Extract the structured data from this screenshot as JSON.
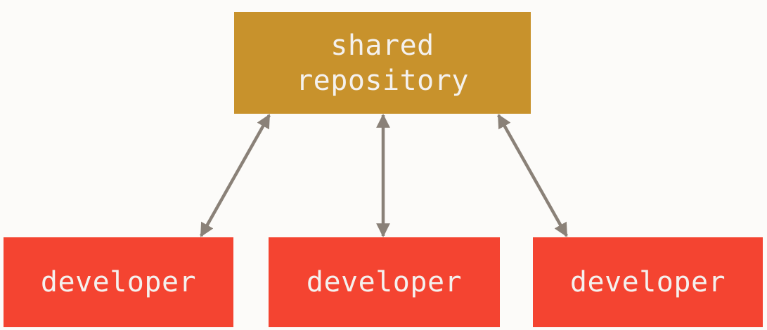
{
  "diagram": {
    "repository": {
      "label_line1": "shared",
      "label_line2": "repository",
      "color": "#c8922c"
    },
    "developers": [
      {
        "label": "developer",
        "color": "#f44431"
      },
      {
        "label": "developer",
        "color": "#f44431"
      },
      {
        "label": "developer",
        "color": "#f44431"
      }
    ],
    "edges": [
      {
        "from": "repository",
        "to": "developer-1",
        "direction": "bidirectional"
      },
      {
        "from": "repository",
        "to": "developer-2",
        "direction": "bidirectional"
      },
      {
        "from": "repository",
        "to": "developer-3",
        "direction": "bidirectional"
      }
    ],
    "arrow_color": "#8a8178",
    "text_color": "#f4f1ee",
    "background_color": "#fcfbf9"
  }
}
